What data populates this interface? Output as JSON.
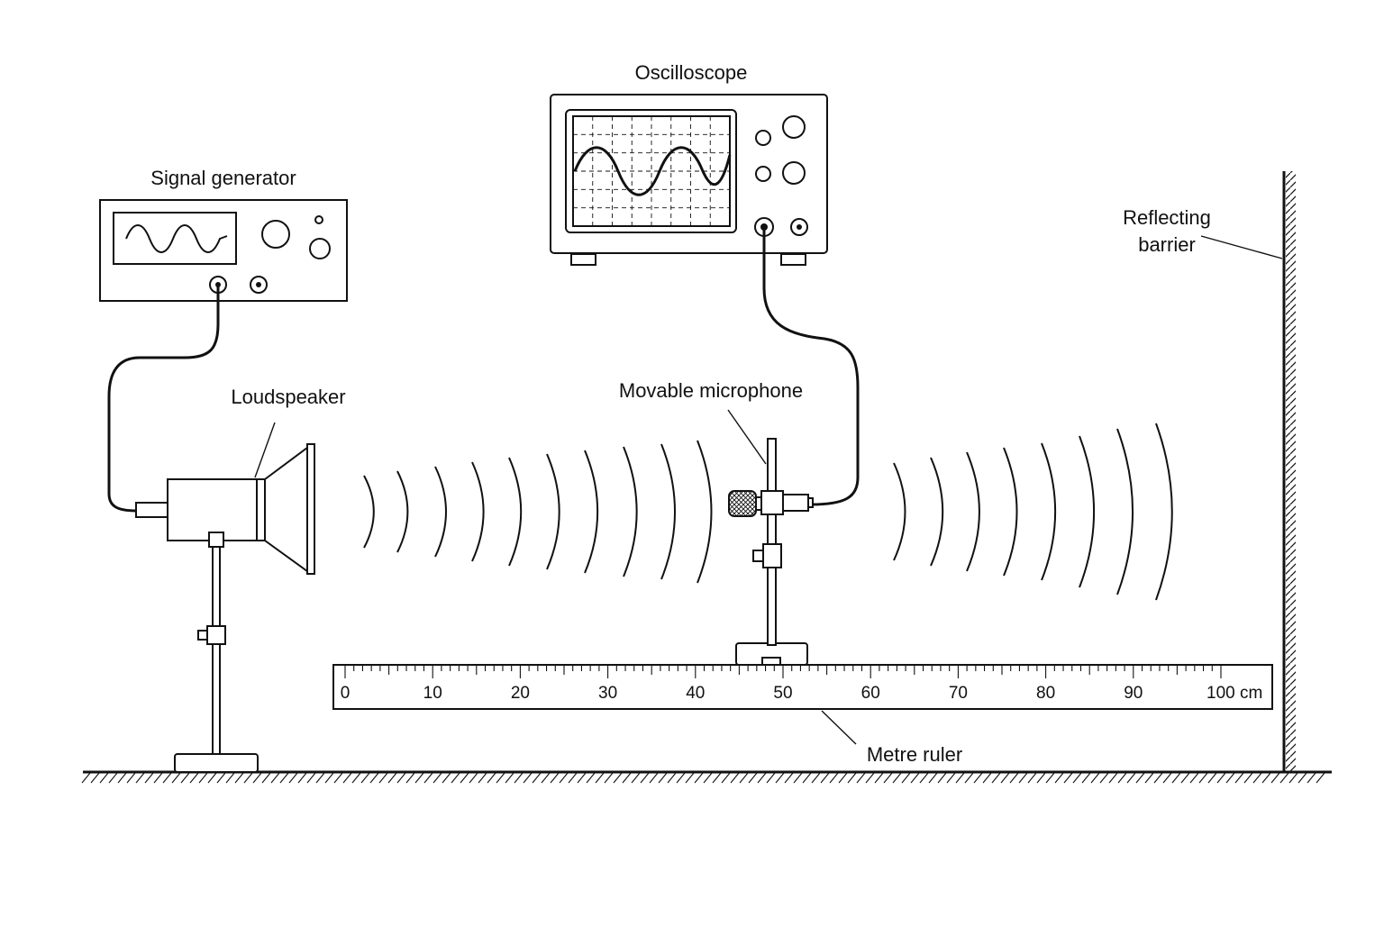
{
  "labels": {
    "signal_generator": "Signal generator",
    "oscilloscope": "Oscilloscope",
    "loudspeaker": "Loudspeaker",
    "movable_microphone": "Movable microphone",
    "reflecting_barrier_line1": "Reflecting",
    "reflecting_barrier_line2": "barrier",
    "metre_ruler": "Metre ruler"
  },
  "ruler": {
    "tick_labels": [
      "0",
      "10",
      "20",
      "30",
      "40",
      "50",
      "60",
      "70",
      "80",
      "90",
      "100 cm"
    ],
    "min": 0,
    "max": 100,
    "major_step": 10,
    "minor_step": 1
  },
  "microphone_position_cm": 47
}
